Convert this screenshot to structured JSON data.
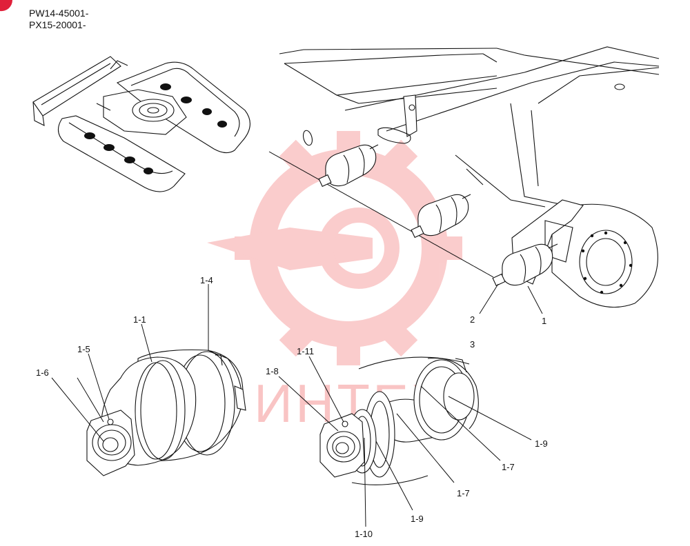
{
  "serials": [
    "PW14-45001-",
    "PX15-20001-"
  ],
  "watermark": {
    "text": "ИНТЕХ",
    "color": "#ea1a1a"
  },
  "corner_mark_color": "#e0203a",
  "callouts": {
    "c1": "1",
    "c2": "2",
    "c3": "3",
    "c1_1": "1-1",
    "c1_4": "1-4",
    "c1_5": "1-5",
    "c1_6": "1-6",
    "c1_7a": "1-7",
    "c1_7b": "1-7",
    "c1_8": "1-8",
    "c1_9a": "1-9",
    "c1_9b": "1-9",
    "c1_10": "1-10",
    "c1_11": "1-11"
  }
}
